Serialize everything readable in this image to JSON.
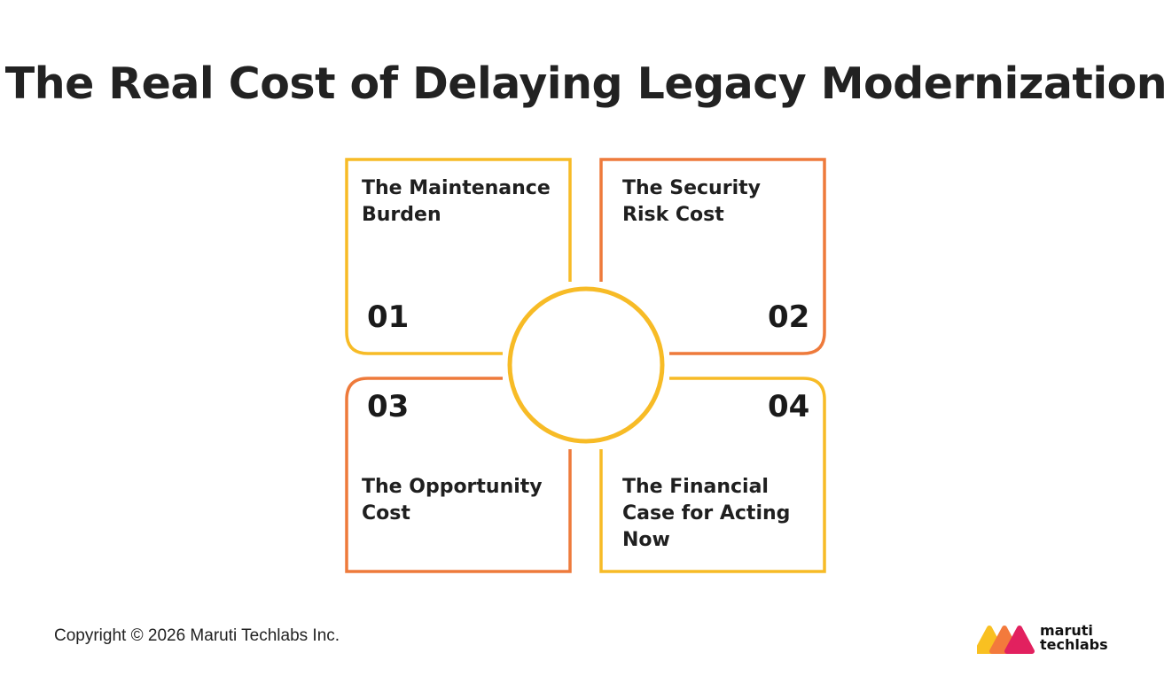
{
  "title": "The Real Cost of Delaying Legacy Modernization",
  "colors": {
    "yellow": "#F7BB26",
    "orange": "#EE7A3B",
    "logo_yellow": "#F9C021",
    "logo_orange": "#F37A3C",
    "logo_pink": "#E2215F"
  },
  "cards": [
    {
      "number": "01",
      "line1": "The Maintenance",
      "line2": "Burden",
      "line3": ""
    },
    {
      "number": "02",
      "line1": "The Security",
      "line2": "Risk Cost",
      "line3": ""
    },
    {
      "number": "03",
      "line1": "The Opportunity",
      "line2": "Cost",
      "line3": ""
    },
    {
      "number": "04",
      "line1": "The Financial",
      "line2": "Case for Acting",
      "line3": "Now"
    }
  ],
  "footer": {
    "copyright": "Copyright © 2026 Maruti Techlabs Inc.",
    "brand_line1": "maruti",
    "brand_line2": "techlabs"
  }
}
